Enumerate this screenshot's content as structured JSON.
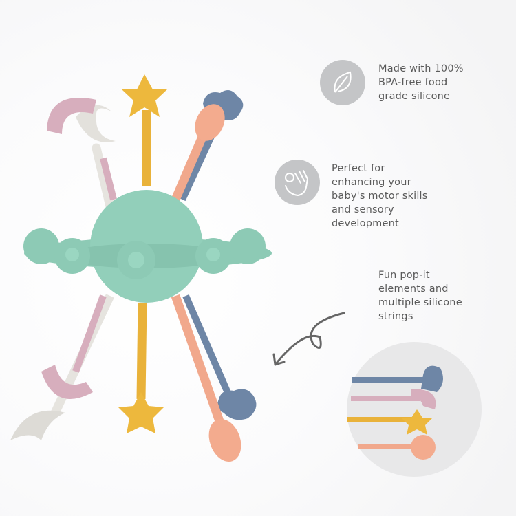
{
  "features": [
    {
      "icon": "leaf-icon",
      "lines": [
        "Made with 100%",
        "BPA-free food",
        "grade silicone"
      ]
    },
    {
      "icon": "hand-pinch-icon",
      "lines": [
        "Perfect for",
        "enhancing your",
        "baby's motor skills",
        "and sensory",
        "development"
      ]
    },
    {
      "icon": "none",
      "lines": [
        "Fun pop-it",
        "elements and",
        "multiple silicone",
        "strings"
      ]
    }
  ],
  "colors": {
    "ball": "#8fcdb8",
    "yellow": "#e9b23a",
    "peach": "#f1a88c",
    "blue": "#6e86a6",
    "pink": "#d7aebd",
    "white": "#e6e4df",
    "text": "#5a5a5a",
    "icon_bg": "#c4c5c7"
  }
}
